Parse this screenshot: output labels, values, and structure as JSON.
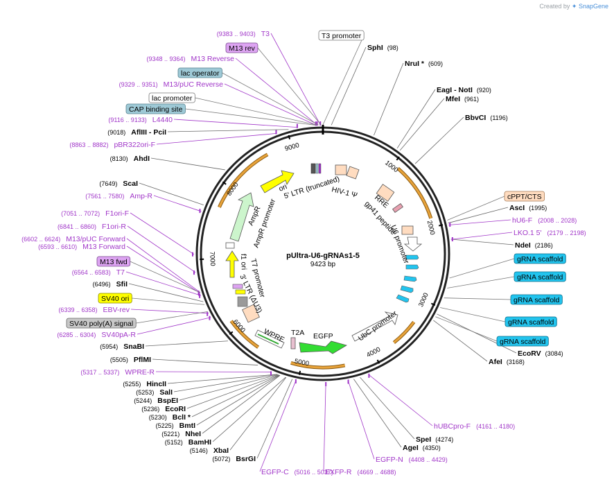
{
  "brand": {
    "created_by": "Created by",
    "app": "SnapGene"
  },
  "plasmid": {
    "name": "pUltra-U6-gRNAs1-5",
    "length": "9423 bp",
    "total_bp": 9423
  },
  "ticks": [
    {
      "bp": 1000,
      "label": "1000"
    },
    {
      "bp": 2000,
      "label": "2000"
    },
    {
      "bp": 3000,
      "label": "3000"
    },
    {
      "bp": 4000,
      "label": "4000"
    },
    {
      "bp": 5000,
      "label": "5000"
    },
    {
      "bp": 6000,
      "label": "6000"
    },
    {
      "bp": 7000,
      "label": "7000"
    },
    {
      "bp": 8000,
      "label": "8000"
    },
    {
      "bp": 9000,
      "label": "9000"
    }
  ],
  "boxed_labels": [
    {
      "text": "T3 promoter",
      "style": "white",
      "bp": 9423
    },
    {
      "text": "M13 rev",
      "style": "violet",
      "bp": 9400
    },
    {
      "text": "lac operator",
      "style": "teal",
      "bp": 9370
    },
    {
      "text": "lac promoter",
      "style": "white",
      "bp": 9350
    },
    {
      "text": "CAP binding site",
      "style": "teal",
      "bp": 9330
    },
    {
      "text": "cPPT/CTS",
      "style": "peach",
      "bp": 1960
    },
    {
      "text": "gRNA scaffold",
      "style": "cyan",
      "bp": 2640
    },
    {
      "text": "gRNA scaffold",
      "style": "cyan",
      "bp": 2760
    },
    {
      "text": "gRNA scaffold",
      "style": "cyan",
      "bp": 2880
    },
    {
      "text": "gRNA scaffold",
      "style": "cyan",
      "bp": 3000
    },
    {
      "text": "gRNA scaffold",
      "style": "cyan",
      "bp": 3120
    },
    {
      "text": "M13 fwd",
      "style": "violet",
      "bp": 6610
    },
    {
      "text": "SV40 ori",
      "style": "yellow",
      "bp": 6460
    },
    {
      "text": "SV40 poly(A) signal",
      "style": "gray",
      "bp": 6370
    }
  ],
  "sites": [
    {
      "name": "SphI",
      "pos": "(98)",
      "bp": 98
    },
    {
      "name": "NruI *",
      "pos": "(609)",
      "bp": 609
    },
    {
      "name": "EagI  - NotI",
      "pos": "(920)",
      "bp": 920
    },
    {
      "name": "MfeI",
      "pos": "(961)",
      "bp": 961
    },
    {
      "name": "BbvCI",
      "pos": "(1196)",
      "bp": 1196
    },
    {
      "name": "AscI",
      "pos": "(1995)",
      "bp": 1995
    },
    {
      "name": "NdeI",
      "pos": "(2186)",
      "bp": 2186
    },
    {
      "name": "EcoRV",
      "pos": "(3084)",
      "bp": 3084
    },
    {
      "name": "AfeI",
      "pos": "(3168)",
      "bp": 3168
    },
    {
      "name": "SpeI",
      "pos": "(4274)",
      "bp": 4274
    },
    {
      "name": "AgeI",
      "pos": "(4350)",
      "bp": 4350
    },
    {
      "name": "AflIII  - PciI",
      "pos": "(9018)",
      "bp": 9018
    },
    {
      "name": "AhdI",
      "pos": "(8130)",
      "bp": 8130
    },
    {
      "name": "ScaI",
      "pos": "(7649)",
      "bp": 7649
    },
    {
      "name": "SfiI",
      "pos": "(6496)",
      "bp": 6496
    },
    {
      "name": "SnaBI",
      "pos": "(5954)",
      "bp": 5954
    },
    {
      "name": "PflMI",
      "pos": "(5505)",
      "bp": 5505
    },
    {
      "name": "HincII",
      "pos": "(5255)",
      "bp": 5255
    },
    {
      "name": "SalI",
      "pos": "(5253)",
      "bp": 5253
    },
    {
      "name": "BspEI",
      "pos": "(5244)",
      "bp": 5244
    },
    {
      "name": "EcoRI",
      "pos": "(5236)",
      "bp": 5236
    },
    {
      "name": "BclI *",
      "pos": "(5230)",
      "bp": 5230
    },
    {
      "name": "BmtI",
      "pos": "(5225)",
      "bp": 5225
    },
    {
      "name": "NheI",
      "pos": "(5221)",
      "bp": 5221
    },
    {
      "name": "BamHI",
      "pos": "(5152)",
      "bp": 5152
    },
    {
      "name": "XbaI",
      "pos": "(5146)",
      "bp": 5146
    },
    {
      "name": "BsrGI",
      "pos": "(5072)",
      "bp": 5072
    }
  ],
  "primers": [
    {
      "name": "T3",
      "range": "(9383 .. 9403)",
      "bp": 9393
    },
    {
      "name": "M13 Reverse",
      "range": "(9348 .. 9364)",
      "bp": 9356
    },
    {
      "name": "M13/pUC Reverse",
      "range": "(9329 .. 9351)",
      "bp": 9340
    },
    {
      "name": "L4440",
      "range": "(9116 .. 9133)",
      "bp": 9125
    },
    {
      "name": "pBR322ori-F",
      "range": "(8863 .. 8882)",
      "bp": 8872
    },
    {
      "name": "Amp-R",
      "range": "(7561 .. 7580)",
      "bp": 7570
    },
    {
      "name": "F1ori-F",
      "range": "(7051 .. 7072)",
      "bp": 7061
    },
    {
      "name": "F1ori-R",
      "range": "(6841 .. 6860)",
      "bp": 6850
    },
    {
      "name": "M13/pUC Forward",
      "range": "(6602 .. 6624)",
      "bp": 6613
    },
    {
      "name": "M13 Forward",
      "range": "(6593 .. 6610)",
      "bp": 6601
    },
    {
      "name": "T7",
      "range": "(6564 .. 6583)",
      "bp": 6573
    },
    {
      "name": "EBV-rev",
      "range": "(6339 .. 6358)",
      "bp": 6348
    },
    {
      "name": "SV40pA-R",
      "range": "(6285 .. 6304)",
      "bp": 6294
    },
    {
      "name": "WPRE-R",
      "range": "(5317 .. 5337)",
      "bp": 5327
    },
    {
      "name": "EGFP-C",
      "range": "(5016 .. 5037)",
      "bp": 5026
    },
    {
      "name": "EXFP-R",
      "range": "(4669 .. 4688)",
      "bp": 4678
    },
    {
      "name": "EGFP-N",
      "range": "(4408 .. 4429)",
      "bp": 4418
    },
    {
      "name": "hUBCpro-F",
      "range": "(4161 .. 4180)",
      "bp": 4170
    },
    {
      "name": "hU6-F",
      "range": "(2008 .. 2028)",
      "bp": 2018
    },
    {
      "name": "LKO.1 5'",
      "range": "(2179 .. 2198)",
      "bp": 2188
    }
  ],
  "features": [
    {
      "label": "5' LTR (truncated)"
    },
    {
      "label": "HIV-1 Ψ"
    },
    {
      "label": "RRE"
    },
    {
      "label": "gp41 peptide"
    },
    {
      "label": "U6 promoter"
    },
    {
      "label": "UbC promoter"
    },
    {
      "label": "EGFP"
    },
    {
      "label": "T2A"
    },
    {
      "label": "WPRE"
    },
    {
      "label": "3' LTR (ΔU3)"
    },
    {
      "label": "f1 ori"
    },
    {
      "label": "T7 promoter"
    },
    {
      "label": "AmpR"
    },
    {
      "label": "AmpR promoter"
    },
    {
      "label": "ori"
    }
  ],
  "colors": {
    "backbone": "#222222",
    "primer": "#a035c8",
    "orange_arc": "#e8a33a",
    "yellow": "#ffff00",
    "green_egfp": "#33dd33",
    "pale_green": "#ccf5cc",
    "peach": "#ffdcc0",
    "cyan": "#22c4ee",
    "teal": "#9ec9d6",
    "violet": "#dda4f2",
    "gray": "#c8c8c8",
    "white": "#ffffff"
  }
}
